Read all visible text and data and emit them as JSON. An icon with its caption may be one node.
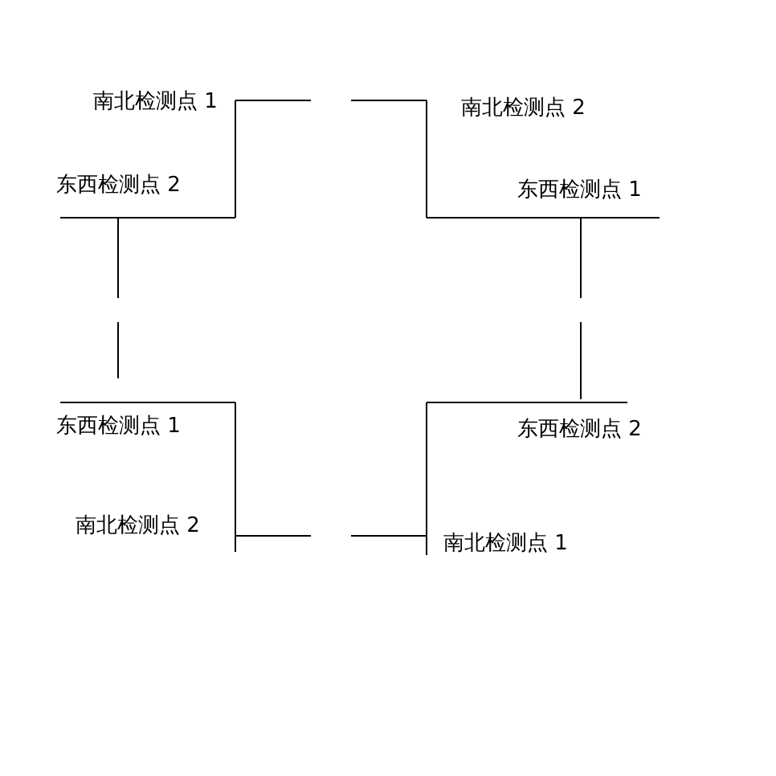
{
  "diagram": {
    "labels": [
      "南北检测点 1",
      "南北检测点 2",
      "东西检测点 2",
      "东西检测点 1",
      "东西检测点 1",
      "东西检测点 2",
      "南北检测点 2",
      "南北检测点 1"
    ]
  }
}
